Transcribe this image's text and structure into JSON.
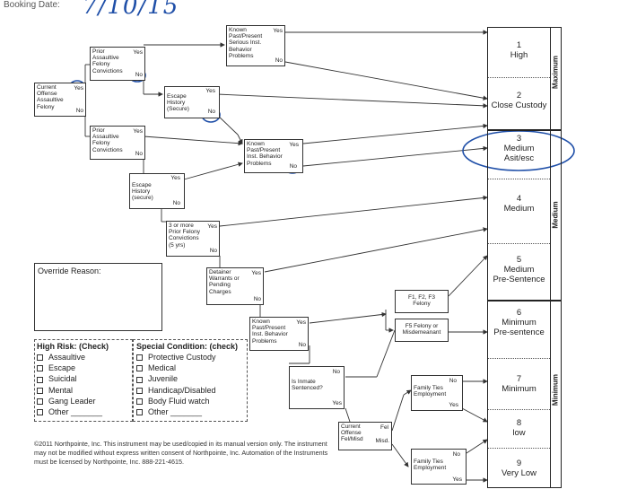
{
  "header": {
    "booking_label": "Booking Date:",
    "booking_value": "7/10/15"
  },
  "nodes": {
    "current_offense": {
      "text": "Current\nOffense\nAssaultive\nFelony",
      "yes": "Yes",
      "no": "No"
    },
    "prior_assaultive_top": {
      "text": "Prior\nAssaultive\nFelony\nConvictions",
      "yes": "Yes",
      "no": "No"
    },
    "known_serious": {
      "text": "Known\nPast/Present\nSerious Inst.\nBehavior\nProblems",
      "yes": "Yes",
      "no": "No"
    },
    "escape_secure_1": {
      "text": "Escape\nHistory\n(Secure)",
      "yes": "Yes",
      "no": "No"
    },
    "prior_assaultive_bottom": {
      "text": "Prior\nAssaultive\nFelony\nConvictions",
      "yes": "Yes",
      "no": "No"
    },
    "known_inst_1": {
      "text": "Known\nPast/Present\nInst. Behavior\nProblems",
      "yes": "Yes",
      "no": "No"
    },
    "escape_secure_2": {
      "text": "Escape\nHistory\n(secure)",
      "yes": "Yes",
      "no": "No"
    },
    "three_prior": {
      "text": "3 or more\nPrior Felony\nConvictions\n(5 yrs)",
      "yes": "Yes",
      "no": "No"
    },
    "detainer": {
      "text": "Detainer\nWarrants or\nPending\nCharges",
      "yes": "Yes",
      "no": "No"
    },
    "known_inst_2": {
      "text": "Known\nPast/Present\nInst. Behavior\nProblems",
      "yes": "Yes",
      "no": "No"
    },
    "f123": {
      "text": "F1, F2, F3\nFelony"
    },
    "f5": {
      "text": "F5 Felony or\nMisdemeanant"
    },
    "inmate_sentenced": {
      "text": "Is Inmate\nSentenced?",
      "yes": "Yes",
      "no": "No"
    },
    "family_ties_1": {
      "text": "Family Ties\nEmployment",
      "yes": "Yes",
      "no": "No"
    },
    "current_fel": {
      "text": "Current\nOffense\nFel/Misd",
      "fel": "Fel",
      "misd": "Misd."
    },
    "family_ties_2": {
      "text": "Family Ties\nEmployment",
      "yes": "Yes",
      "no": "No"
    }
  },
  "override": {
    "label": "Override Reason:"
  },
  "high_risk": {
    "title": "High Risk: (Check)",
    "items": [
      "Assaultive",
      "Escape",
      "Suicidal",
      "Mental",
      "Gang Leader",
      "Other _______"
    ]
  },
  "special_condition": {
    "title": "Special Condition: (check)",
    "items": [
      "Protective Custody",
      "Medical",
      "Juvenile",
      "Handicap/Disabled",
      "Body Fluid watch",
      "Other _______"
    ]
  },
  "levels": [
    {
      "num": "1",
      "label": "High"
    },
    {
      "num": "2",
      "label": "Close Custody"
    },
    {
      "num": "3",
      "label": "Medium\nAsit/esc"
    },
    {
      "num": "4",
      "label": "Medium"
    },
    {
      "num": "5",
      "label": "Medium\nPre-Sentence"
    },
    {
      "num": "6",
      "label": "Minimum\nPre-sentence"
    },
    {
      "num": "7",
      "label": "Minimum"
    },
    {
      "num": "8",
      "label": "low"
    },
    {
      "num": "9",
      "label": "Very Low"
    }
  ],
  "side_labels": {
    "maximum": "Maximum",
    "medium": "Medium",
    "minimum": "Minimum"
  },
  "footer": {
    "copyright": "©2011 Northpointe, Inc. This instrument may be used/copied in its manual version only. The instrument may not be modified without express written consent of Northpointe, Inc. Automation of the Instruments must be licensed by Northpointe, Inc. 888-221-4615."
  },
  "colors": {
    "ink": "#222222",
    "pen": "#1f4fa8"
  }
}
